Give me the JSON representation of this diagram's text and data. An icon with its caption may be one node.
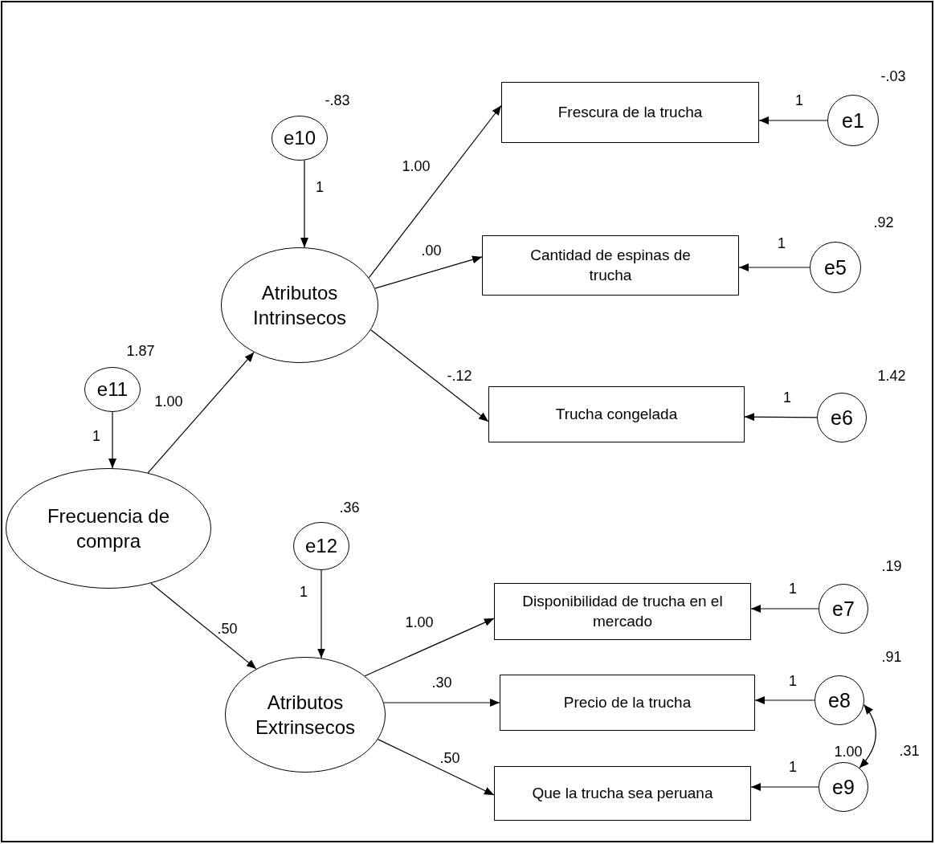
{
  "diagram": {
    "nodes": [
      {
        "text": [
          "e10"
        ],
        "beside": [
          "-.83"
        ]
      },
      {
        "text": [
          "Atributos Intrinsecos"
        ]
      },
      {
        "text": [
          "e11"
        ],
        "beside": [
          "1.87"
        ]
      },
      {
        "text": [
          "Frecuencia de compra"
        ]
      },
      {
        "text": [
          "e12"
        ],
        "beside": [
          ".36"
        ]
      },
      {
        "text": [
          "Atributos Extrinsecos"
        ]
      },
      {
        "text": [
          "Frescura de la trucha"
        ]
      },
      {
        "text": [
          "Cantidad de espinas de trucha"
        ]
      },
      {
        "text": [
          "Trucha congelada"
        ]
      },
      {
        "text": [
          "Disponibilidad de trucha en el mercado"
        ]
      },
      {
        "text": [
          "Precio de la trucha"
        ]
      },
      {
        "text": [
          "Que la trucha sea peruana"
        ]
      },
      {
        "text": [
          "e1"
        ],
        "beside": [
          "-.03"
        ]
      },
      {
        "text": [
          "e5"
        ],
        "beside": [
          ".92"
        ]
      },
      {
        "text": [
          "e6"
        ],
        "beside": [
          "1.42"
        ]
      },
      {
        "text": [
          "e7"
        ],
        "beside": [
          ".19"
        ]
      },
      {
        "text": [
          "e8"
        ],
        "beside": [
          ".91"
        ]
      },
      {
        "text": [
          "e9"
        ],
        "beside": [
          ".31"
        ]
      }
    ],
    "edges": [
      {
        "from": 0,
        "to": 1,
        "arrow": "to",
        "label": "1"
      },
      {
        "from": 2,
        "to": 3,
        "arrow": "to",
        "label": "1"
      },
      {
        "from": 3,
        "to": 1,
        "arrow": "to",
        "label": "1.00"
      },
      {
        "from": 3,
        "to": 5,
        "arrow": "to",
        "label": ".50"
      },
      {
        "from": 4,
        "to": 5,
        "arrow": "to",
        "label": "1"
      },
      {
        "from": 1,
        "to": 6,
        "arrow": "to",
        "label": "1.00"
      },
      {
        "from": 1,
        "to": 7,
        "arrow": "to",
        "label": ".00"
      },
      {
        "from": 1,
        "to": 8,
        "arrow": "to",
        "label": "-.12"
      },
      {
        "from": 5,
        "to": 9,
        "arrow": "to",
        "label": "1.00"
      },
      {
        "from": 5,
        "to": 10,
        "arrow": "to",
        "label": ".30"
      },
      {
        "from": 5,
        "to": 11,
        "arrow": "to",
        "label": ".50"
      },
      {
        "from": 12,
        "to": 6,
        "arrow": "to",
        "label": "1"
      },
      {
        "from": 13,
        "to": 7,
        "arrow": "to",
        "label": "1"
      },
      {
        "from": 14,
        "to": 8,
        "arrow": "to",
        "label": "1"
      },
      {
        "from": 15,
        "to": 9,
        "arrow": "to",
        "label": "1"
      },
      {
        "from": 16,
        "to": 10,
        "arrow": "to",
        "label": "1"
      },
      {
        "from": 17,
        "to": 11,
        "arrow": "to",
        "label": "1"
      },
      {
        "from": 16,
        "to": 17,
        "arrow": "both",
        "label": "1.00"
      }
    ]
  }
}
